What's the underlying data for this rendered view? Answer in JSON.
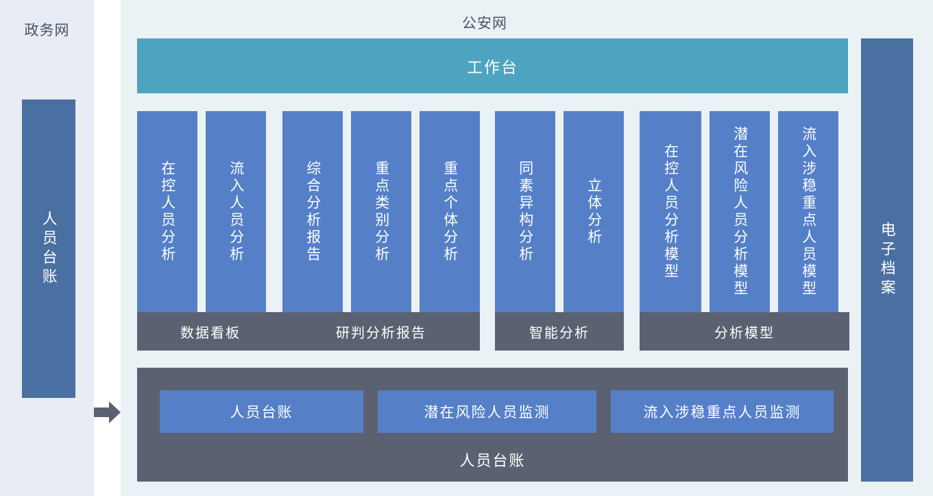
{
  "left_zone": {
    "title": "政务网",
    "ledger_bar_label": "人员台账"
  },
  "flow": {
    "arrow_icon": "arrow-right-icon"
  },
  "main_panel": {
    "title": "公安网",
    "workbench_label": "工作台",
    "groups": [
      {
        "id": "dashboard",
        "footer_label": "数据看板",
        "cards": [
          {
            "label": "在控人员分析"
          },
          {
            "label": "流入人员分析"
          }
        ]
      },
      {
        "id": "report",
        "footer_label": "研判分析报告",
        "cards": [
          {
            "label": "综合分析报告"
          },
          {
            "label": "重点类别分析"
          },
          {
            "label": "重点个体分析"
          }
        ]
      },
      {
        "id": "smart",
        "footer_label": "智能分析",
        "cards": [
          {
            "label": "同素异构分析"
          },
          {
            "label": "立体分析"
          }
        ]
      },
      {
        "id": "model",
        "footer_label": "分析模型",
        "cards": [
          {
            "label": "在控人员分析模型"
          },
          {
            "label": "潜在风险人员分析模型"
          },
          {
            "label": "流入涉稳重点人员模型"
          }
        ]
      }
    ],
    "ledger_panel": {
      "label": "人员台账",
      "cards": [
        {
          "label": "人员台账"
        },
        {
          "label": "潜在风险人员监测"
        },
        {
          "label": "流入涉稳重点人员监测"
        }
      ]
    }
  },
  "right_zone": {
    "archive_bar_label": "电子档案"
  },
  "colors": {
    "page_background": "#ffffff",
    "left_zone_background": "#e8ecf4",
    "main_panel_background": "#eaf2f6",
    "dark_blue_bar": "#4a6fa1",
    "teal_workbench": "#4ea3c0",
    "card_blue": "#5580c8",
    "footer_gray": "#5b6170",
    "title_text": "#4a5264",
    "on_dark_text": "#ffffff"
  }
}
